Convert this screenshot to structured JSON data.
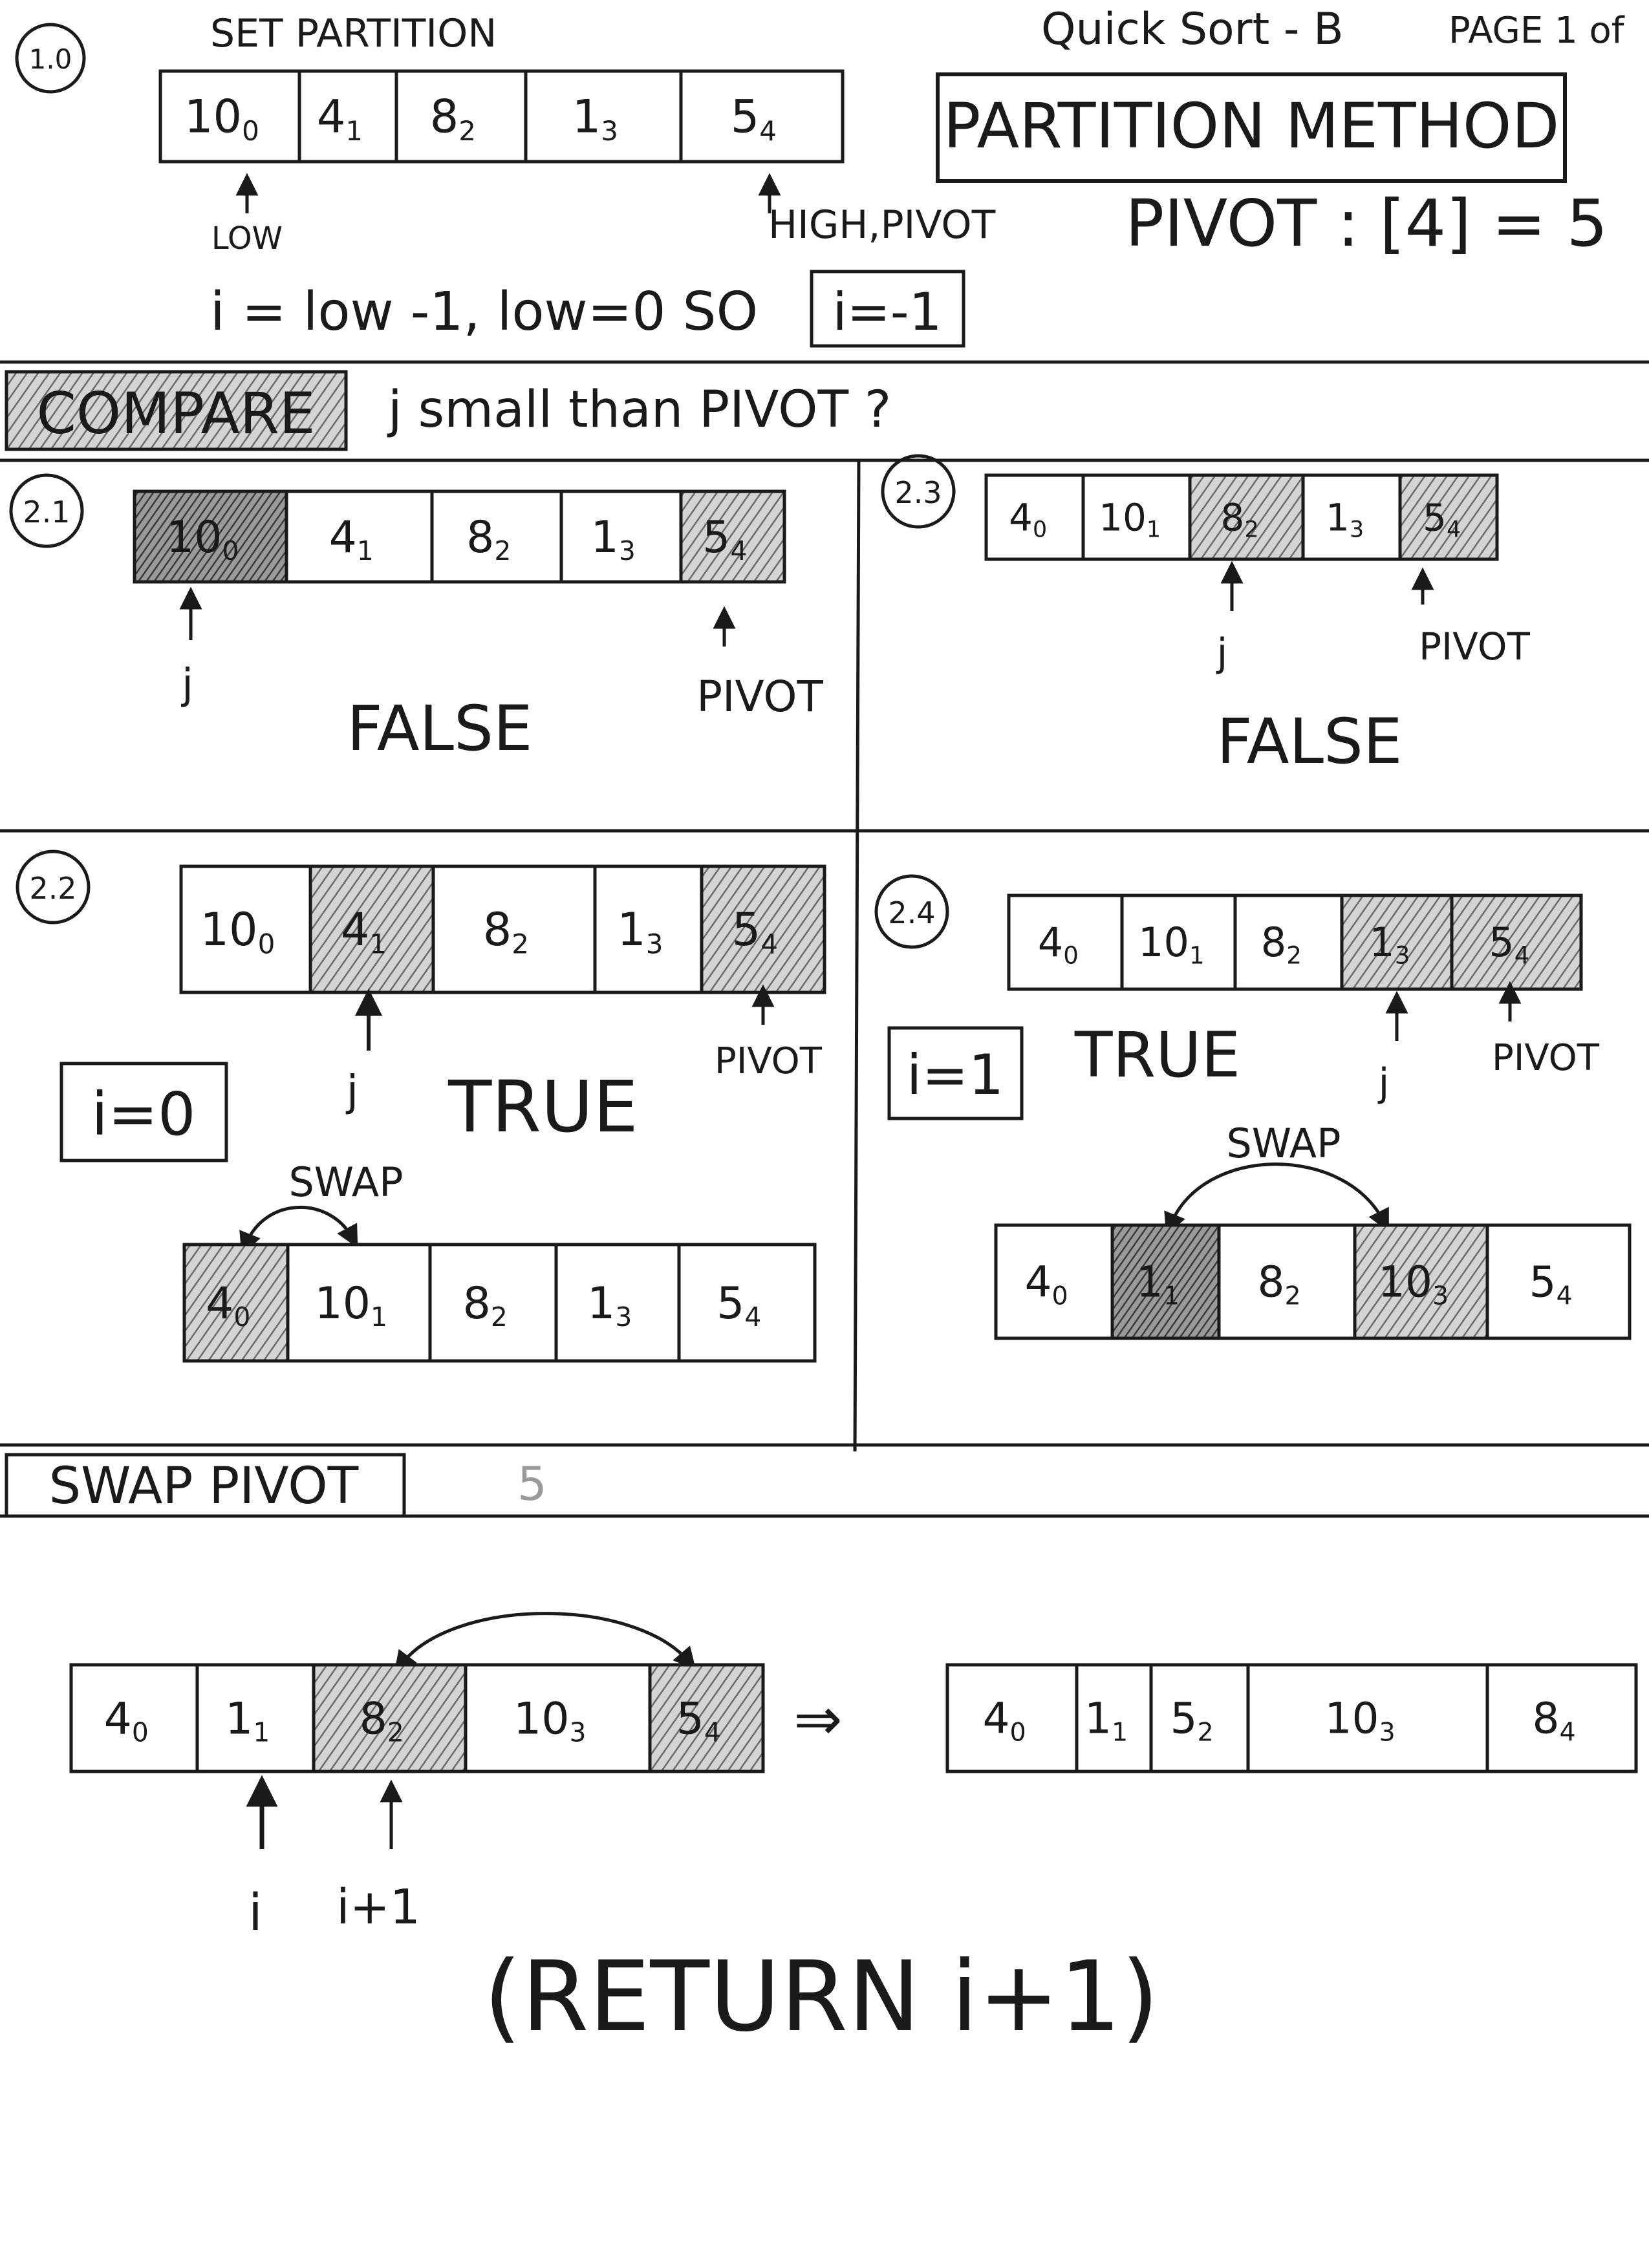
{
  "header": {
    "step_number": "1.0",
    "set_partition_label": "SET PARTITION",
    "topic": "Quick Sort - B",
    "page_label": "PAGE 1 of",
    "method_title": "PARTITION METHOD",
    "pivot_statement": "PIVOT : [4] = 5",
    "init_formula": "i = low -1,  low=0  SO",
    "init_result": "i=-1"
  },
  "arrays": {
    "initial": [
      "10",
      "4",
      "8",
      "1",
      "5"
    ],
    "step_2_1": [
      "10",
      "4",
      "8",
      "1",
      "5"
    ],
    "step_2_2": [
      "10",
      "4",
      "8",
      "1",
      "5"
    ],
    "step_2_2_swap": [
      "4",
      "10",
      "8",
      "1",
      "5"
    ],
    "step_2_3": [
      "4",
      "10",
      "8",
      "1",
      "5"
    ],
    "step_2_4": [
      "4",
      "10",
      "8",
      "1",
      "5"
    ],
    "step_2_4_swap": [
      "4",
      "1",
      "8",
      "10",
      "5"
    ],
    "pivot_swap_before": [
      "4",
      "1",
      "8",
      "10",
      "5"
    ],
    "pivot_swap_after": [
      "4",
      "1",
      "5",
      "10",
      "8"
    ]
  },
  "labels": {
    "low": "LOW",
    "high_pivot": "HIGH,PIVOT",
    "pivot": "PIVOT",
    "j": "j",
    "i": "i",
    "i_plus_1": "i+1",
    "swap": "SWAP",
    "true": "TRUE",
    "false": "FALSE",
    "i_equals_0": "i=0",
    "i_equals_1": "i=1",
    "arrow_implies": "⇒"
  },
  "compare_section": {
    "title": "COMPARE",
    "question": "j  small  than  PIVOT ?"
  },
  "steps": {
    "s21": "2.1",
    "s22": "2.2",
    "s23": "2.3",
    "s24": "2.4"
  },
  "swap_pivot_section": {
    "title": "SWAP PIVOT",
    "value": "5"
  },
  "footer": {
    "result": "(RETURN  i+1)"
  },
  "colors": {
    "ink": "#1a1a1a",
    "shade": "#9a9a9a",
    "shade_dark": "#5a5a5a",
    "paper": "#ffffff"
  }
}
